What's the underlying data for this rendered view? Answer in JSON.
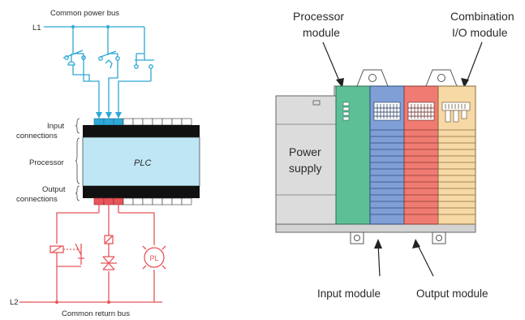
{
  "left_diagram": {
    "bus_title": "Common power bus",
    "l1": "L1",
    "l2": "L2",
    "input_connections": [
      "Input",
      "connections"
    ],
    "processor": "Processor",
    "output_connections": [
      "Output",
      "connections"
    ],
    "plc": "PLC",
    "pilot_light": "PL",
    "return_bus_title": "Common return bus"
  },
  "right_diagram": {
    "processor_module": [
      "Processor",
      "module"
    ],
    "combination_io_module": [
      "Combination",
      "I/O module"
    ],
    "power_supply": [
      "Power",
      "supply"
    ],
    "input_module": "Input module",
    "output_module": "Output module"
  },
  "colors": {
    "blue_wire": "#2ea8d6",
    "red_wire": "#e8555a",
    "plc_fill": "#bfe6f5",
    "processor_green": "#5dbf96",
    "input_blue": "#7f9fd6",
    "output_red": "#ef7b72",
    "combo_tan": "#f7d9a6",
    "chassis_gray": "#dcdcdc"
  }
}
